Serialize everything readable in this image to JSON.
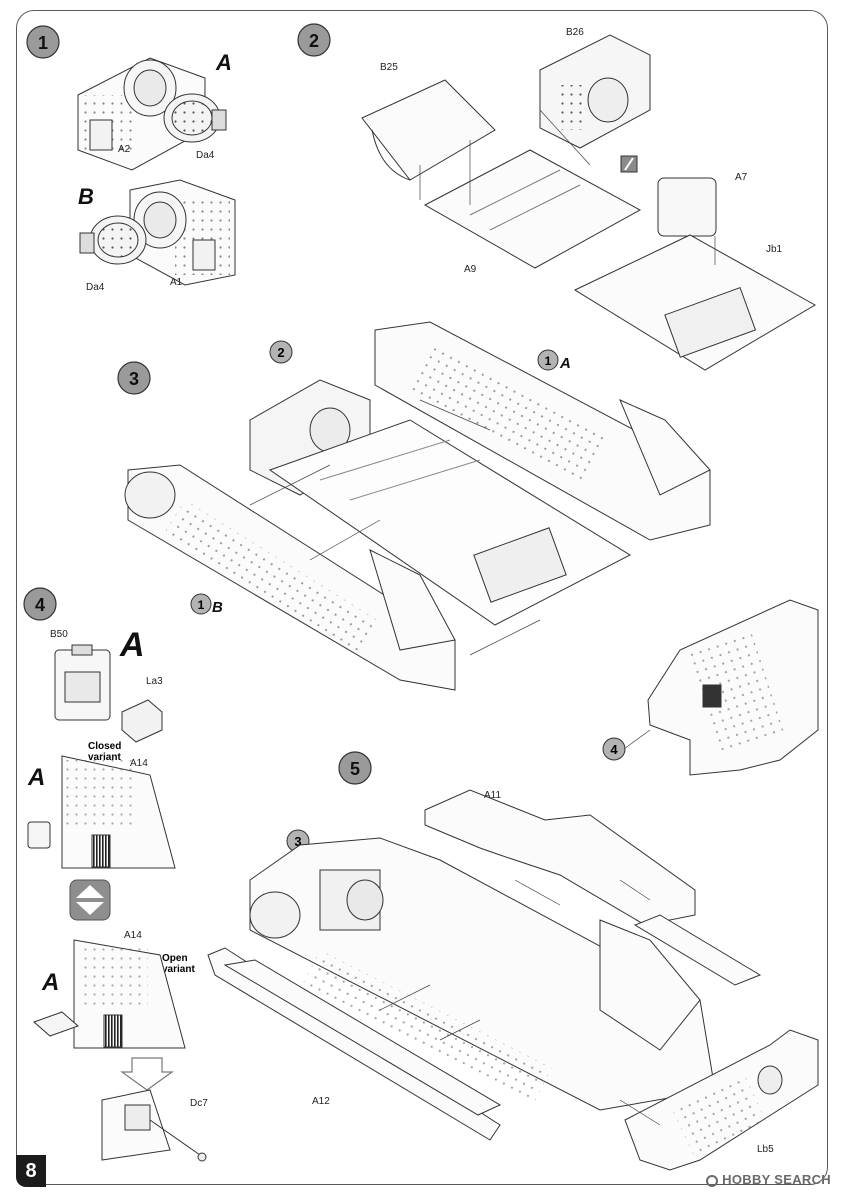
{
  "page": {
    "number": "8",
    "watermark": "HOBBY SEARCH"
  },
  "steps": {
    "s1": {
      "number": "1",
      "variant_a": "A",
      "variant_b": "B",
      "parts": {
        "a2": "A2",
        "da4_top": "Da4",
        "da4_bottom": "Da4",
        "a1": "A1"
      }
    },
    "s2": {
      "number": "2",
      "parts": {
        "b25": "B25",
        "b26": "B26",
        "a7": "A7",
        "a9": "A9",
        "jb1": "Jb1"
      }
    },
    "s3": {
      "number": "3",
      "ref_step2": "2",
      "ref_1a_num": "1",
      "ref_1a_letter": "A",
      "ref_1b_num": "1",
      "ref_1b_letter": "B"
    },
    "s4": {
      "number": "4",
      "variant_a": "A",
      "parts": {
        "b50": "B50",
        "la3": "La3",
        "a14_closed": "A14",
        "a14_open": "A14",
        "dc7": "Dc7"
      },
      "closed_label_line1": "Closed",
      "closed_label_line2": "variant",
      "open_label_line1": "Open",
      "open_label_line2": "variant",
      "subassembly_closed": "A",
      "subassembly_open": "A"
    },
    "s5": {
      "number": "5",
      "ref_step3": "3",
      "ref_step4": "4",
      "parts": {
        "a11": "A11",
        "a12": "A12",
        "lb5": "Lb5"
      }
    }
  },
  "icons": [
    "swap-variant-icon",
    "down-arrow-icon",
    "glue-brush-icon"
  ]
}
